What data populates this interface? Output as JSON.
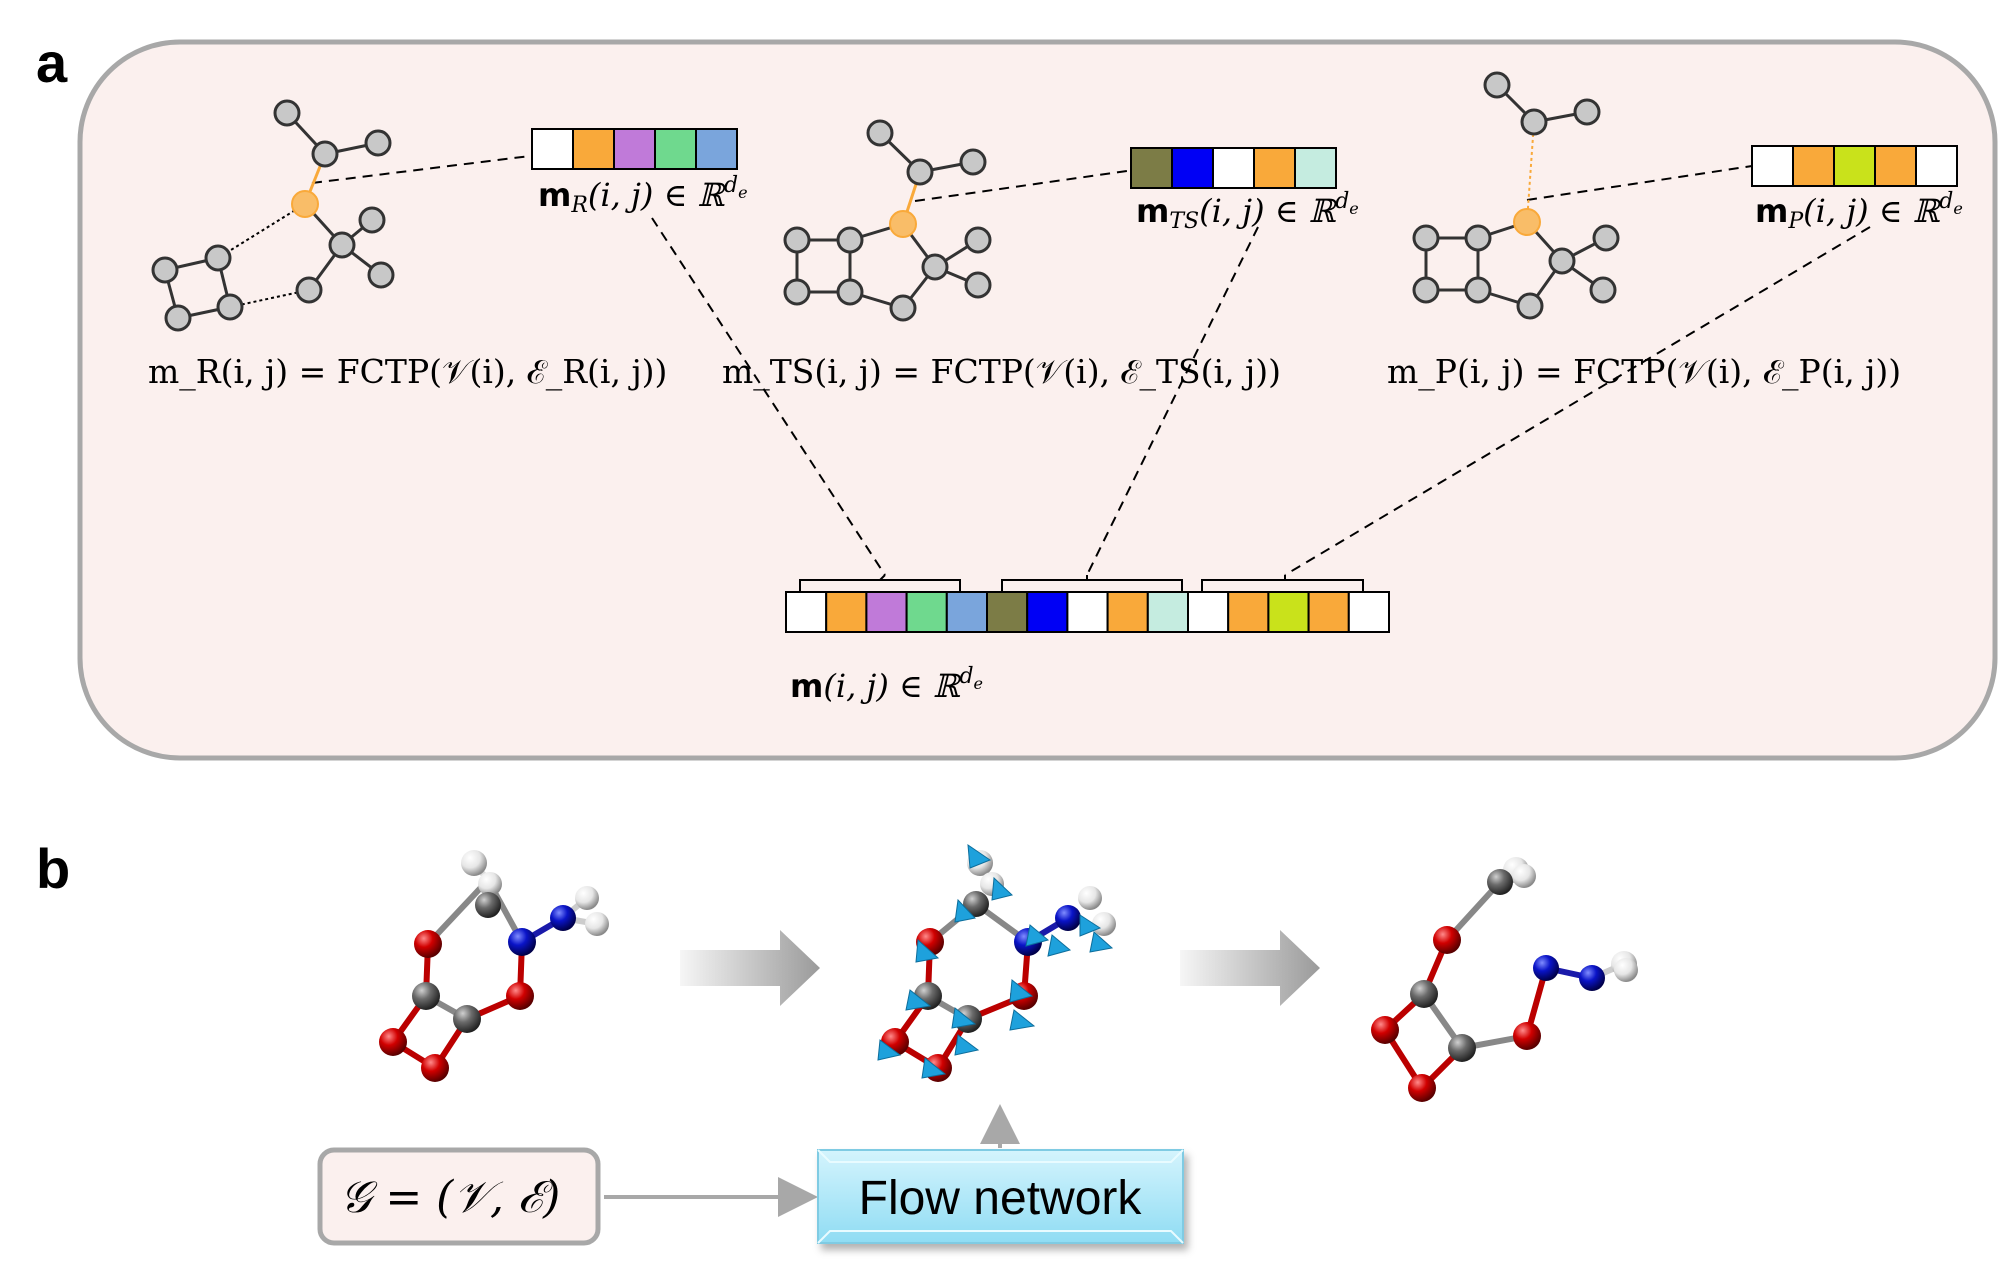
{
  "panel_a": {
    "letter": "a",
    "reactant": {
      "vector_label": "m",
      "vector_sub": "R",
      "vector_rest": "(i, j) ∈ ℝ",
      "vector_sup": "d",
      "vector_sup_sub": "e",
      "colors": [
        "#ffffff",
        "#f9a93a",
        "#c07ad9",
        "#6fd98e",
        "#7aa5dc"
      ],
      "equation": "m_R(i, j) = FCTP(𝒱(i), ℰ_R(i, j))"
    },
    "ts": {
      "vector_label": "m",
      "vector_sub": "TS",
      "vector_rest": "(i, j) ∈ ℝ",
      "vector_sup": "d",
      "vector_sup_sub": "e",
      "colors": [
        "#7c7c46",
        "#0000f5",
        "#ffffff",
        "#f9a93a",
        "#c5ece0"
      ],
      "equation": "m_TS(i, j) = FCTP(𝒱(i), ℰ_TS(i, j))"
    },
    "product": {
      "vector_label": "m",
      "vector_sub": "P",
      "vector_rest": "(i, j) ∈ ℝ",
      "vector_sup": "d",
      "vector_sup_sub": "e",
      "colors": [
        "#ffffff",
        "#f9a93a",
        "#c9e21b",
        "#f9a93a",
        "#ffffff"
      ],
      "equation": "m_P(i, j) = FCTP(𝒱(i), ℰ_P(i, j))"
    },
    "combined": {
      "vector_label": "m",
      "vector_rest": "(i, j) ∈ ℝ",
      "vector_sup": "d",
      "vector_sup_sub": "e"
    }
  },
  "panel_b": {
    "letter": "b",
    "graph_label": "𝒢 = (𝒱, ℰ)",
    "flow_label": "Flow network"
  },
  "colors": {
    "panel_bg": "#fbf0ee",
    "panel_border": "#a8a8a8",
    "atom_gray": "#c8c8c8",
    "highlight_orange": "#f9bd68",
    "oxygen": "#d10000",
    "nitrogen": "#0a14c8",
    "carbon": "#6b6b6b",
    "hydrogen": "#e6e6e6",
    "arrow_cyan": "#1ea1dc",
    "flow_box": "#aee8f8"
  }
}
